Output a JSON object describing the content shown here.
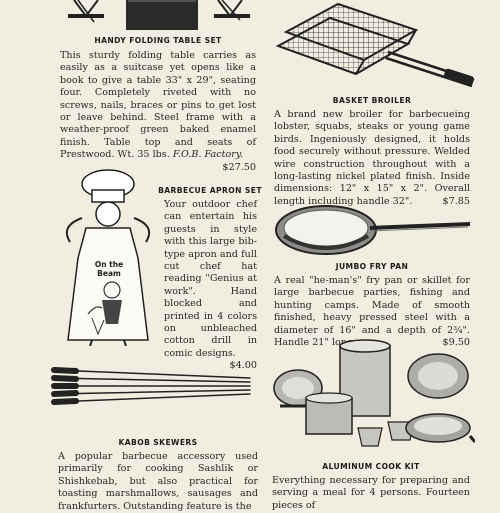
{
  "products": [
    {
      "id": "handy-folding-table-set",
      "title": "HANDY FOLDING TABLE SET",
      "description": "This sturdy folding table carries as easily as a suitcase yet opens like a book to give a table 33\" x 29\", seating four. Completely riveted with no screws, nails, braces or pins to get lost or leave behind. Steel frame with a weather-proof green baked enamel finish. Table top and seats of Prestwood. Wt. 35 lbs.",
      "emphasis": "F.O.B. Factory.",
      "price": "$27.50"
    },
    {
      "id": "basket-broiler",
      "title": "BASKET BROILER",
      "description": "A brand new broiler for barbecueing lobster, squabs, steaks or young game birds. Ingeniously designed, it holds food securely without pressure. Welded wire construction throughout with a long-lasting nickel plated finish. Inside dimensions: 12\" x 15\" x 2\". Overall length including handle 32\".",
      "price": "$7.85"
    },
    {
      "id": "barbecue-apron-set",
      "title": "BARBECUE APRON SET",
      "description": "Your outdoor chef can entertain his guests in style with this large bib-type apron and full cut chef hat reading \"Genius at work\". Hand blocked and printed in 4 colors on unbleached cotton drill in comic designs.",
      "price": "$4.00",
      "apron_text": "On the Beam"
    },
    {
      "id": "jumbo-fry-pan",
      "title": "JUMBO FRY PAN",
      "description": "A real \"he-man's\" fry pan or skillet for large barbecue parties, fishing and hunting camps. Made of smooth finished, heavy pressed steel with a diameter of 16\" and a depth of 2¾\". Handle 21\" long.",
      "price": "$9.50"
    },
    {
      "id": "kabob-skewers",
      "title": "KABOB SKEWERS",
      "description": "A popular barbecue accessory used primarily for cooking Sashlik or Shishkebab, but also practical for toasting marshmallows, sausages and frankfurters. Outstanding feature is the"
    },
    {
      "id": "aluminum-cook-kit",
      "title": "ALUMINUM COOK KIT",
      "description": "Everything necessary for preparing and serving a meal for 4 persons. Fourteen pieces of"
    }
  ]
}
